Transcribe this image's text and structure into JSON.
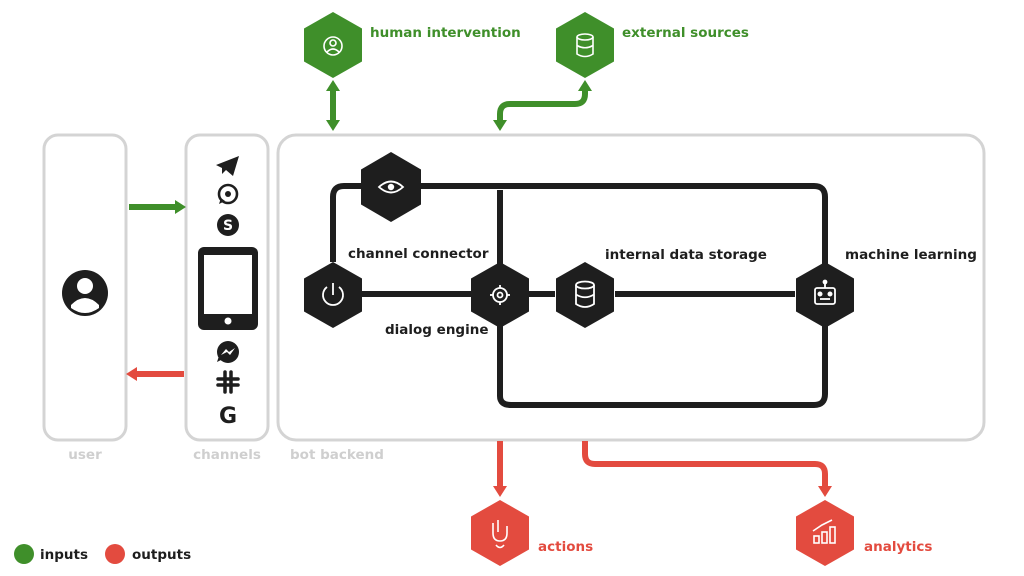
{
  "containers": {
    "user": "user",
    "channels": "channels",
    "backend": "bot backend"
  },
  "nodes": {
    "channel_connector": "channel connector",
    "dialog_engine": "dialog engine",
    "internal_data_storage": "internal data storage",
    "machine_learning": "machine learning"
  },
  "inputs": {
    "human_intervention": "human intervention",
    "external_sources": "external sources"
  },
  "outputs": {
    "actions": "actions",
    "analytics": "analytics"
  },
  "legend": {
    "inputs": "inputs",
    "outputs": "outputs"
  },
  "channel_icons": [
    "telegram-icon",
    "whatsapp-icon",
    "skype-icon",
    "tablet-icon",
    "messenger-icon",
    "slack-icon",
    "google-icon"
  ],
  "colors": {
    "input": "#3f8f2a",
    "output": "#e34b3f",
    "node": "#1e1e1e",
    "container_border": "#d4d4d4",
    "container_label": "#cfcfcf"
  }
}
